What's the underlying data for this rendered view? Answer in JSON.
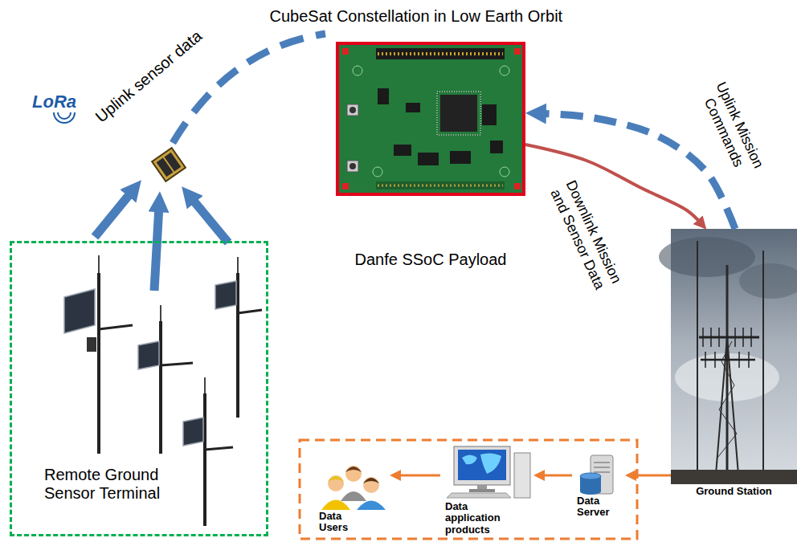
{
  "diagram": {
    "title": "CubeSat Constellation in Low Earth Orbit",
    "nodes": [
      {
        "text": [
          "Remote Ground Sensor Terminal"
        ]
      },
      {
        "text": [
          "Danfe SSoC Payload"
        ]
      },
      {
        "text": [
          "Ground Station"
        ]
      },
      {
        "text": [
          "Data Server"
        ]
      },
      {
        "text": [
          "Data application products"
        ]
      },
      {
        "text": [
          "Data Users"
        ]
      }
    ],
    "edges": [
      {
        "from": 1,
        "to": 2,
        "arrow": "to"
      },
      {
        "from": 2,
        "to": 1,
        "arrow": "to"
      },
      {
        "from": 2,
        "to": 3,
        "arrow": "to"
      },
      {
        "from": 3,
        "to": 4,
        "arrow": "to"
      },
      {
        "from": 4,
        "to": 5,
        "arrow": "to"
      }
    ],
    "labels": [
      "LoRa",
      "Uplink sensor data",
      "Downlink Mission and Sensor Data",
      "Uplink Mission Commands"
    ]
  }
}
